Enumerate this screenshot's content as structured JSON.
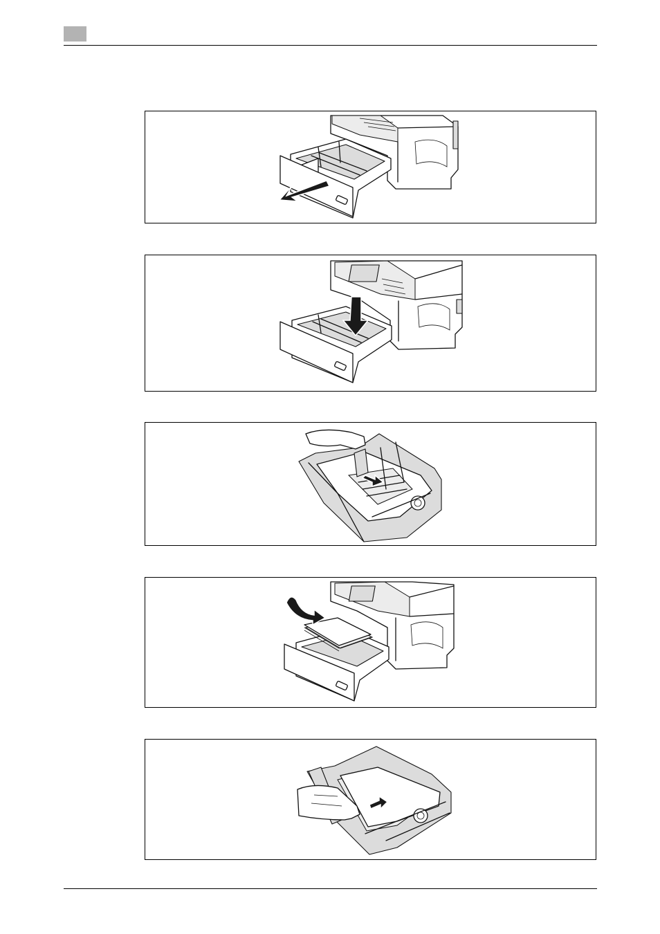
{
  "header": {
    "chapter_marker_color": "#b3b3b3",
    "rule_color": "#000000"
  },
  "figures": [
    {
      "id": "step-1-pull-out-tray",
      "arrow": "pull-out-arrow"
    },
    {
      "id": "step-2-press-plate",
      "arrow": "press-down-arrow"
    },
    {
      "id": "step-3-slide-guide",
      "arrow": "slide-arrow"
    },
    {
      "id": "step-4-load-paper",
      "arrow": "insert-paper-arrow"
    },
    {
      "id": "step-5-adjust-guide",
      "arrow": "push-arrow"
    }
  ],
  "colors": {
    "illustration_gray": "#dcdcdc",
    "line": "#111111"
  }
}
